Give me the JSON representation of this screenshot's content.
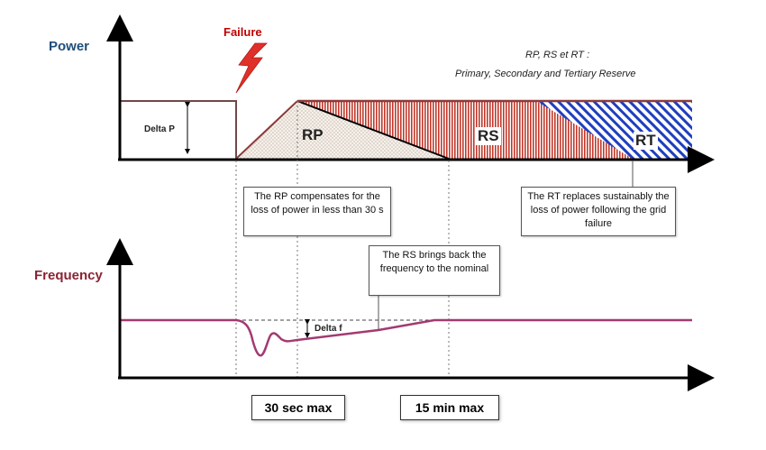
{
  "labels": {
    "power": "Power",
    "frequency": "Frequency",
    "failure": "Failure",
    "delta_p": "Delta P",
    "delta_f": "Delta f",
    "rp": "RP",
    "rs": "RS",
    "rt": "RT"
  },
  "caption": {
    "line1": "RP, RS et RT :",
    "line2": "Primary, Secondary and Tertiary Reserve"
  },
  "notes": {
    "rp": "The RP compensates for the loss of power in less than 30 s",
    "rt": "The RT replaces sustainably the loss of power following the grid failure",
    "rs": "The RS brings back the frequency to the nominal"
  },
  "time_boxes": {
    "thirty_sec": "30 sec max",
    "fifteen_min": "15 min max"
  },
  "colors": {
    "power_label": "#1f4e79",
    "frequency_label": "#8b2332",
    "failure_label": "#c00000",
    "lightning": "#e0302a",
    "power_line": "#8b3a3a",
    "rs_hatch": "#c0392b",
    "rt_hatch": "#1f3fbf",
    "frequency_line": "#a33a72"
  }
}
